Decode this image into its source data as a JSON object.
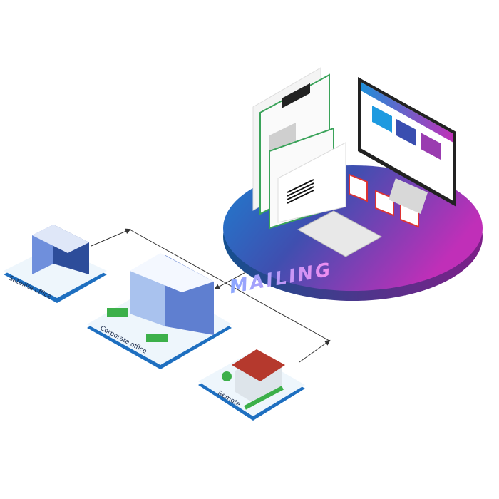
{
  "hub": {
    "label": "MAILING"
  },
  "nodes": [
    {
      "label": "Satellite office"
    },
    {
      "label": "Corporate office"
    },
    {
      "label": "Remote"
    }
  ],
  "colors": {
    "disc_start": "#1e7fd0",
    "disc_mid": "#3f4fb0",
    "disc_end": "#c02fb8",
    "tile": "#e9f3fb",
    "tile_edge": "#2a7ac6",
    "connector": "#333333"
  }
}
